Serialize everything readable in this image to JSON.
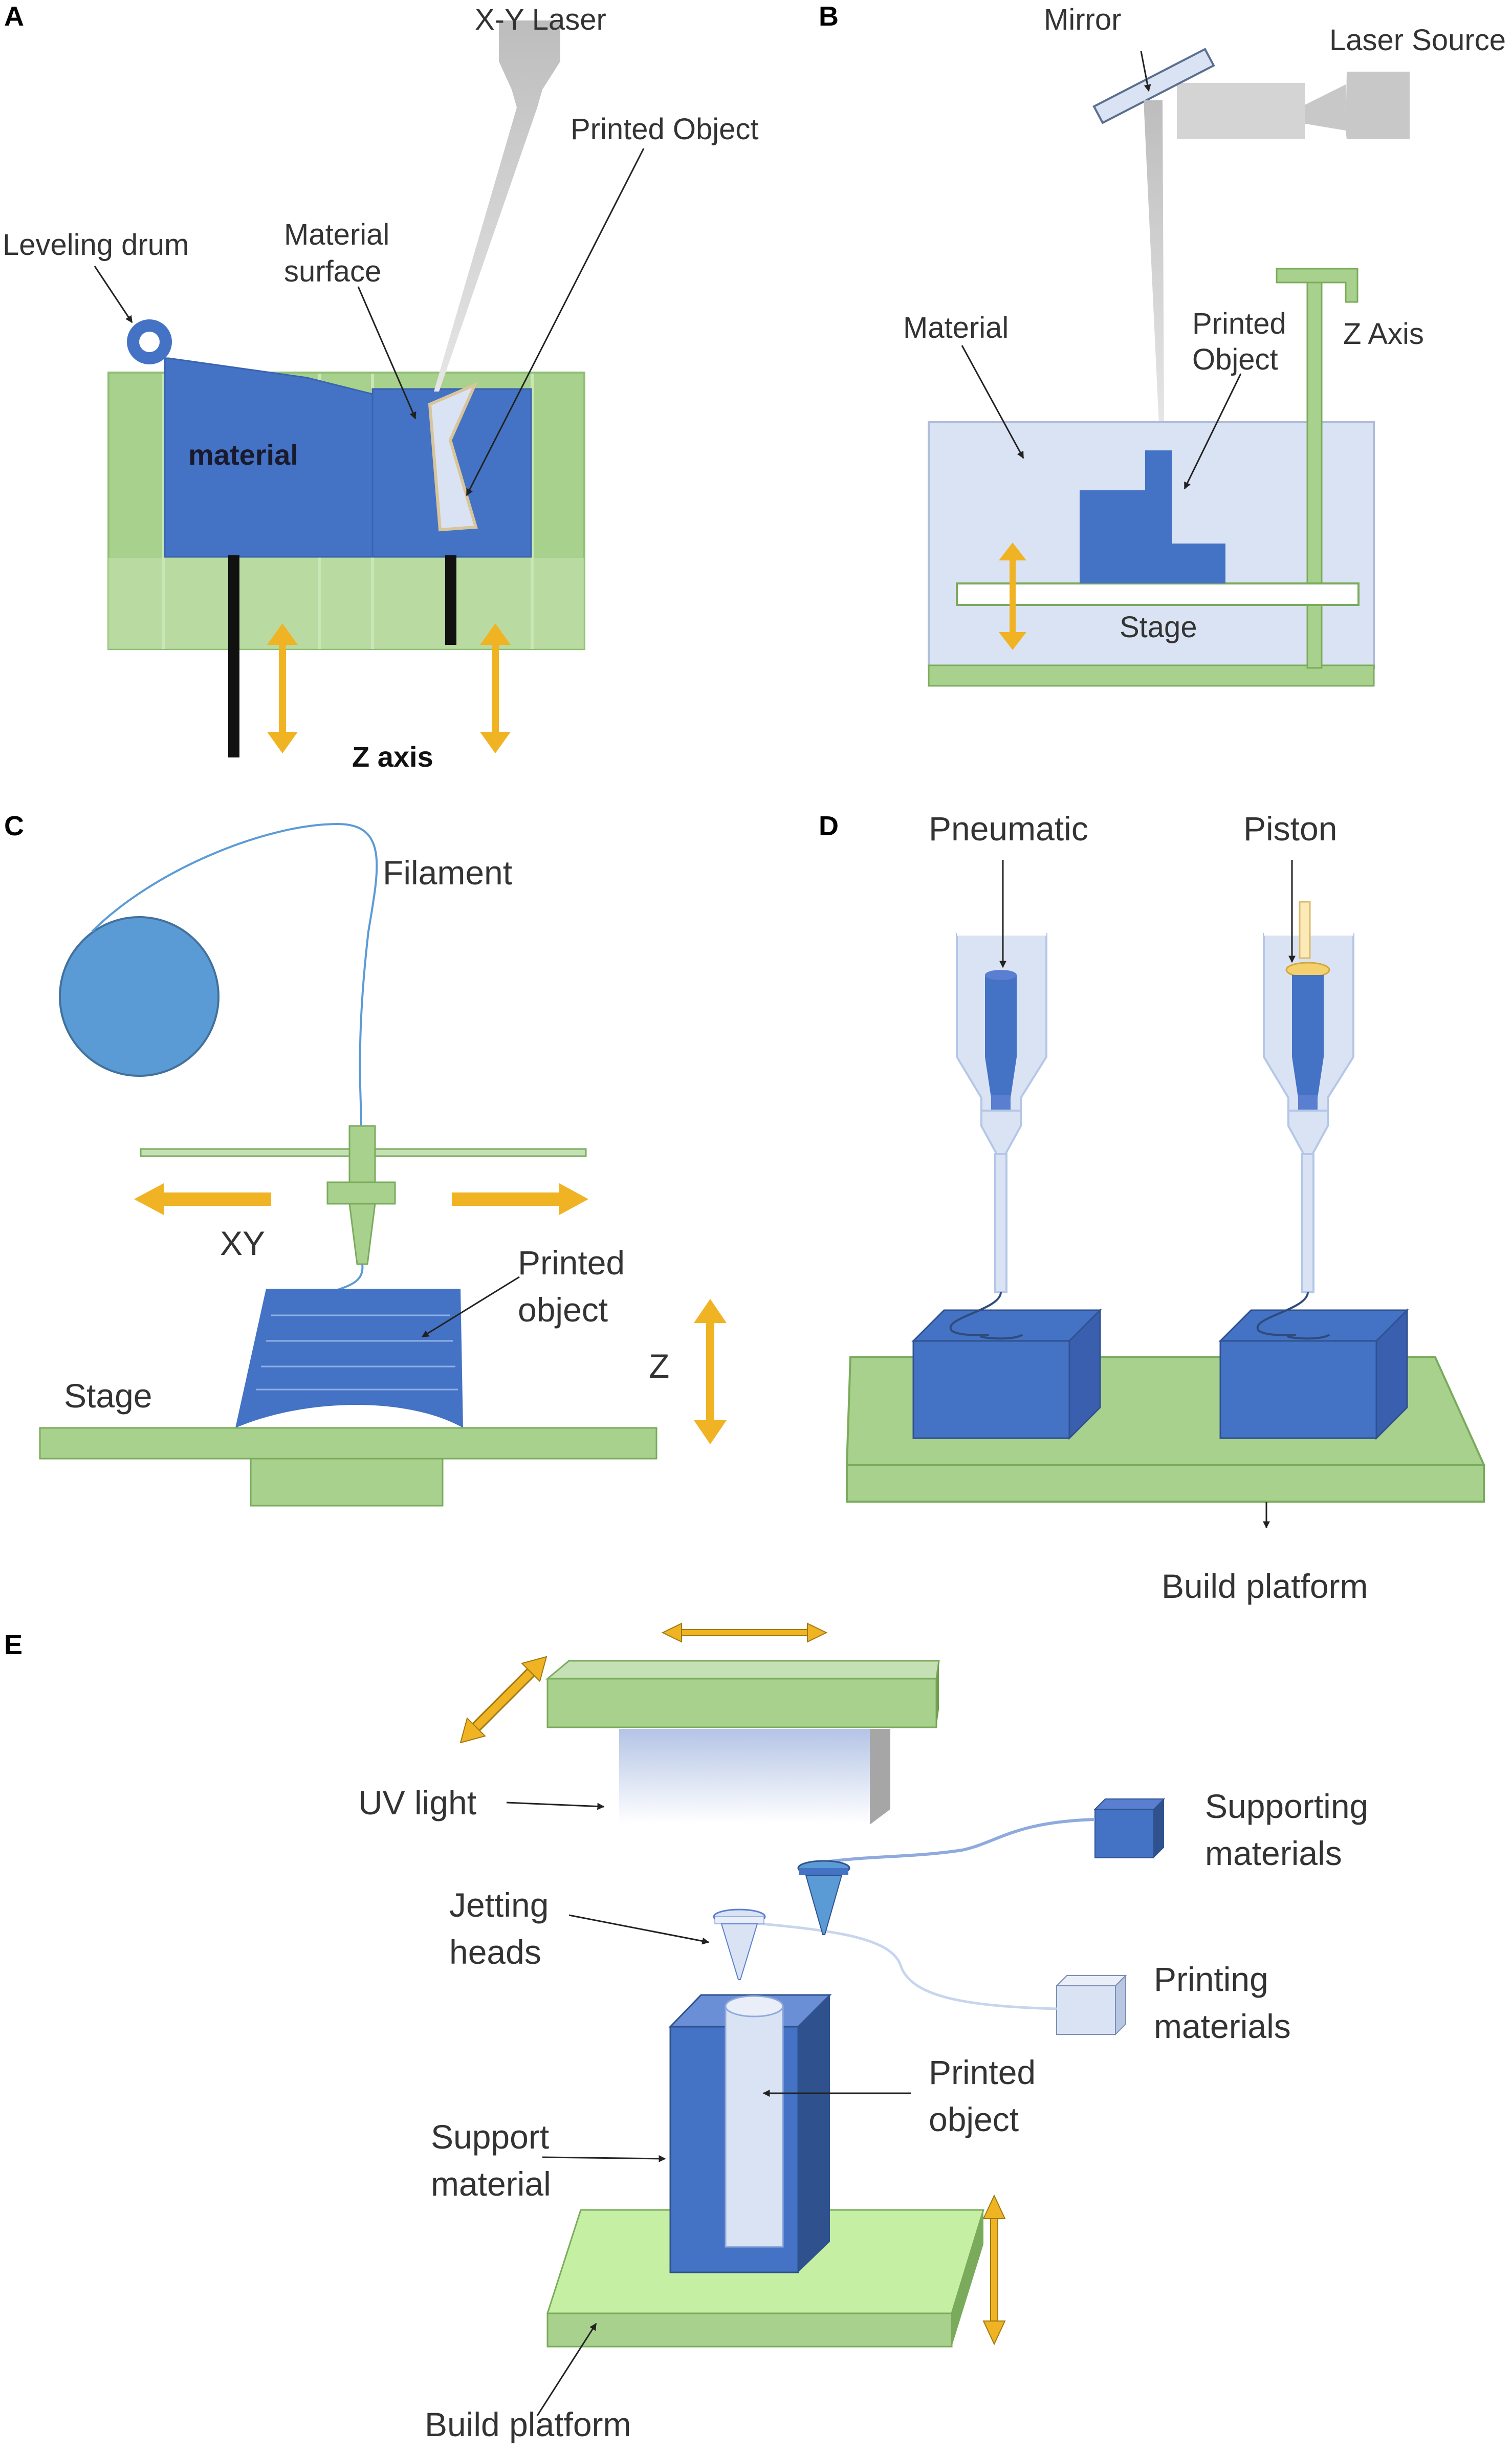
{
  "panels": {
    "a": {
      "letter": "A",
      "labels": {
        "xy_laser": "X-Y Laser",
        "printed_object": "Printed Object",
        "leveling_drum": "Leveling drum",
        "material_surface_1": "Material",
        "material_surface_2": "surface",
        "material": "material",
        "z_axis": "Z axis"
      }
    },
    "b": {
      "letter": "B",
      "labels": {
        "mirror": "Mirror",
        "laser_source": "Laser Source",
        "material": "Material",
        "printed_object_1": "Printed",
        "printed_object_2": "Object",
        "z_axis": "Z Axis",
        "stage": "Stage"
      }
    },
    "c": {
      "letter": "C",
      "labels": {
        "filament": "Filament",
        "xy": "XY",
        "printed_object_1": "Printed",
        "printed_object_2": "object",
        "z": "Z",
        "stage": "Stage"
      }
    },
    "d": {
      "letter": "D",
      "labels": {
        "pneumatic": "Pneumatic",
        "piston": "Piston",
        "build_platform": "Build platform"
      }
    },
    "e": {
      "letter": "E",
      "labels": {
        "uv_light": "UV light",
        "supporting_materials_1": "Supporting",
        "supporting_materials_2": "materials",
        "jetting_heads_1": "Jetting",
        "jetting_heads_2": "heads",
        "printing_materials_1": "Printing",
        "printing_materials_2": "materials",
        "printed_object_1": "Printed",
        "printed_object_2": "object",
        "support_material_1": "Support",
        "support_material_2": "material",
        "build_platform": "Build platform"
      }
    }
  },
  "colors": {
    "blue": "#4472c4",
    "green": "#a9d18e",
    "light_green": "#c5f0a4",
    "light_blue": "#dae3f3",
    "orange_arrow": "#f0b323",
    "gray": "#c8c8c8"
  }
}
